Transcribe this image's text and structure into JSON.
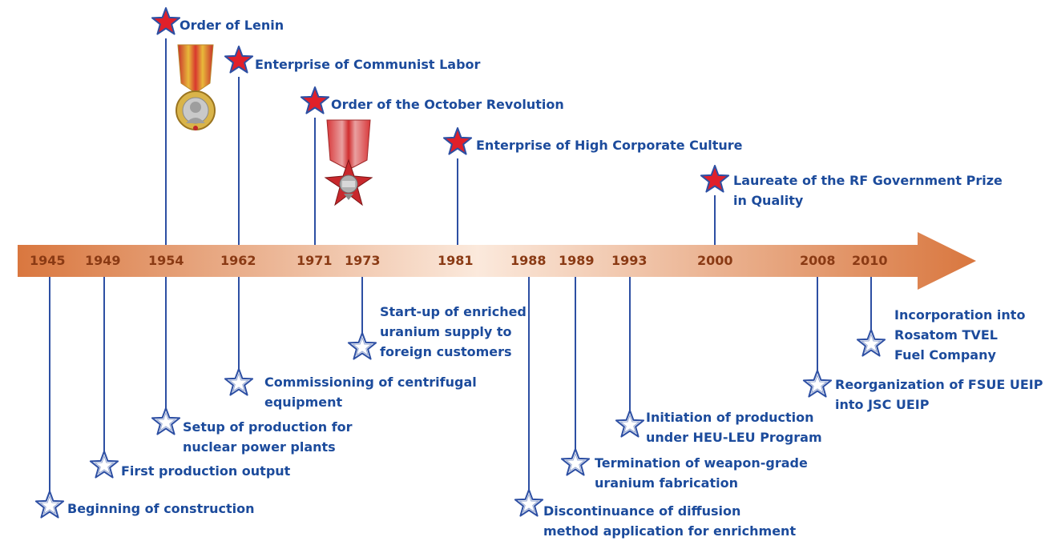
{
  "palette": {
    "star_outline_fill": "#ffffff",
    "star_outline_stroke": "#2d4fa3",
    "star_award_fill": "#e0202a",
    "star_award_stroke": "#2d4fa3",
    "line": "#2d4fa3",
    "label": "#1c4b9c",
    "year": "#8a3a14",
    "arrow_dark": "#d9773f",
    "arrow_light": "#fbe9dc"
  },
  "timeline": {
    "years": [
      "1945",
      "1949",
      "1954",
      "1962",
      "1971",
      "1973",
      "1981",
      "1988",
      "1989",
      "1993",
      "2000",
      "2008",
      "2010"
    ]
  },
  "awards": [
    {
      "year": "1954",
      "text": "Order of Lenin",
      "icon": "star-award-icon",
      "medal": "order-of-lenin-medal"
    },
    {
      "year": "1962",
      "text": "Enterprise of Communist Labor",
      "icon": "star-award-icon"
    },
    {
      "year": "1971",
      "text": "Order of the October Revolution",
      "icon": "star-award-icon",
      "medal": "order-of-october-revolution-medal"
    },
    {
      "year": "1981",
      "text": "Enterprise of High Corporate Culture",
      "icon": "star-award-icon"
    },
    {
      "year": "2000",
      "text": "Laureate of the RF Government Prize in Quality",
      "lines": [
        "Laureate of the RF Government Prize",
        "in Quality"
      ],
      "icon": "star-award-icon"
    }
  ],
  "milestones": [
    {
      "year": "1945",
      "lines": [
        "Beginning of construction"
      ],
      "icon": "star-outline-icon"
    },
    {
      "year": "1949",
      "lines": [
        "First production output"
      ],
      "icon": "star-outline-icon"
    },
    {
      "year": "1954",
      "lines": [
        "Setup of production for",
        "nuclear power plants"
      ],
      "icon": "star-outline-icon"
    },
    {
      "year": "1962",
      "lines": [
        "Commissioning of centrifugal",
        "equipment"
      ],
      "icon": "star-outline-icon"
    },
    {
      "year": "1973",
      "lines": [
        "Start-up of enriched",
        "uranium supply to",
        "foreign customers"
      ],
      "icon": "star-outline-icon"
    },
    {
      "year": "1988",
      "lines": [
        "Discontinuance of diffusion",
        "method application for enrichment"
      ],
      "icon": "star-outline-icon"
    },
    {
      "year": "1989",
      "lines": [
        "Termination of weapon-grade",
        "uranium fabrication"
      ],
      "icon": "star-outline-icon"
    },
    {
      "year": "1993",
      "lines": [
        "Initiation of production",
        "under HEU-LEU Program"
      ],
      "icon": "star-outline-icon"
    },
    {
      "year": "2008",
      "lines": [
        "Reorganization of FSUE UEIP",
        "into JSC UEIP"
      ],
      "icon": "star-outline-icon"
    },
    {
      "year": "2010",
      "lines": [
        "Incorporation into",
        "Rosatom TVEL",
        "Fuel Company"
      ],
      "icon": "star-outline-icon"
    }
  ]
}
